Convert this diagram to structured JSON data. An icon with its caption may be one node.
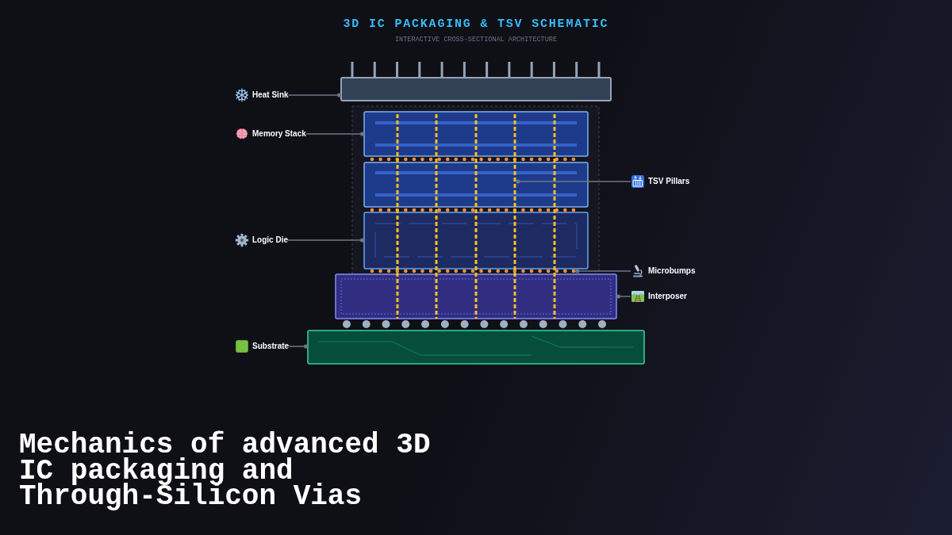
{
  "diagram": {
    "title": "3D IC PACKAGING & TSV SCHEMATIC",
    "caption": "Mechanics of advanced 3D IC packaging and Through-Silicon Vias",
    "nodes": [
      {
        "text": [
          "Heat Sink"
        ]
      },
      {
        "text": [],
        "shape": "box"
      },
      {
        "text": [
          "Memory Stack"
        ]
      },
      {
        "text": [],
        "shape": "box"
      },
      {
        "text": [],
        "shape": "box"
      },
      {
        "text": [
          "TSV Pillars"
        ]
      },
      {
        "text": [],
        "shape": "bar"
      },
      {
        "text": [],
        "shape": "bar"
      },
      {
        "text": [],
        "shape": "bar"
      },
      {
        "text": [],
        "shape": "bar"
      },
      {
        "text": [],
        "shape": "bar"
      },
      {
        "text": [
          "Logic Die"
        ]
      },
      {
        "text": [],
        "shape": "box"
      },
      {
        "text": [
          "Microbumps"
        ]
      },
      {
        "text": [],
        "shape": "circle"
      },
      {
        "text": [
          "Interposer"
        ]
      },
      {
        "text": [],
        "shape": "box"
      },
      {
        "text": [
          "Substrate"
        ]
      },
      {
        "text": [],
        "shape": "box"
      }
    ],
    "edges": [
      {
        "from": 0,
        "to": 1,
        "arrow": "other"
      },
      {
        "from": 2,
        "to": 3,
        "arrow": "other"
      },
      {
        "from": 5,
        "to": 9,
        "arrow": "other"
      },
      {
        "from": 11,
        "to": 12,
        "arrow": "other"
      },
      {
        "from": 13,
        "to": 14,
        "arrow": "other"
      },
      {
        "from": 15,
        "to": 16,
        "arrow": "other"
      },
      {
        "from": 17,
        "to": 18,
        "arrow": "other"
      }
    ],
    "labels": [
      "INTERACTIVE CROSS-SECTIONAL ARCHITECTURE"
    ]
  }
}
